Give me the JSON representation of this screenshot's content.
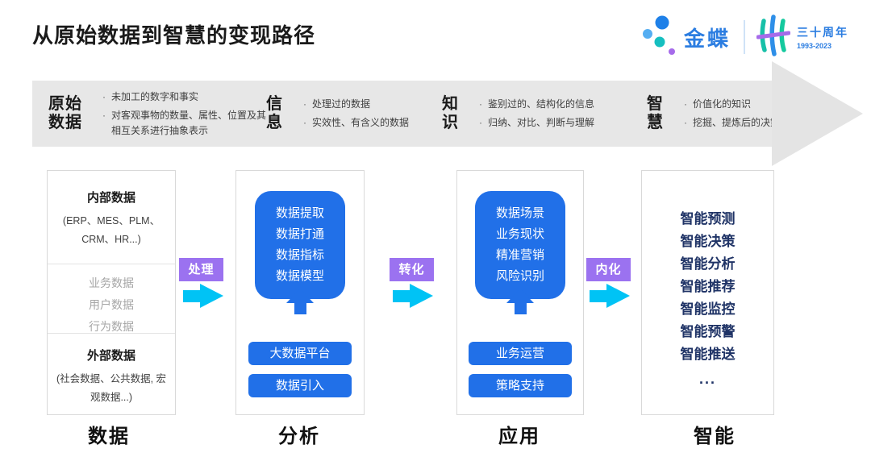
{
  "title": "从原始数据到智慧的变现路径",
  "logo": {
    "brand": "金蝶",
    "anniversary_label": "三十周年",
    "anniversary_years": "1993-2023"
  },
  "banner": {
    "stages": [
      {
        "name": "原始\n数据",
        "bullets": [
          "未加工的数字和事实",
          "对客观事物的数量、属性、位置及其相互关系进行抽象表示"
        ]
      },
      {
        "name": "信\n息",
        "bullets": [
          "处理过的数据",
          "实效性、有含义的数据"
        ]
      },
      {
        "name": "知\n识",
        "bullets": [
          "鉴别过的、结构化的信息",
          "归纳、对比、判断与理解"
        ]
      },
      {
        "name": "智\n慧",
        "bullets": [
          "价值化的知识",
          "挖掘、提炼后的决策能力"
        ]
      }
    ]
  },
  "columns": {
    "data": {
      "label": "数据",
      "internal_title": "内部数据",
      "internal_subtitle": "(ERP、MES、PLM、CRM、HR...)",
      "middle_rows": [
        "业务数据",
        "用户数据",
        "行为数据"
      ],
      "external_title": "外部数据",
      "external_subtitle": "(社会数据、公共数据, 宏观数据...)"
    },
    "analysis": {
      "label": "分析",
      "box_lines": "数据提取\n数据打通\n数据指标\n数据模型",
      "buttons": [
        "大数据平台",
        "数据引入"
      ]
    },
    "application": {
      "label": "应用",
      "box_lines": "数据场景\n业务现状\n精准营销\n风险识别",
      "buttons": [
        "业务运营",
        "策略支持"
      ]
    },
    "intelligence": {
      "label": "智能",
      "items": [
        "智能预测",
        "智能决策",
        "智能分析",
        "智能推荐",
        "智能监控",
        "智能预警",
        "智能推送"
      ],
      "more": "..."
    }
  },
  "connectors": [
    {
      "label": "处理"
    },
    {
      "label": "转化"
    },
    {
      "label": "内化"
    }
  ],
  "colors": {
    "accent_blue": "#2170E8",
    "cyan_arrow": "#00C3F5",
    "purple_badge": "#9B72F0",
    "navy_text": "#1F3366",
    "banner_gray": "#E7E7E7",
    "brand_blue": "#2B7DE1"
  }
}
